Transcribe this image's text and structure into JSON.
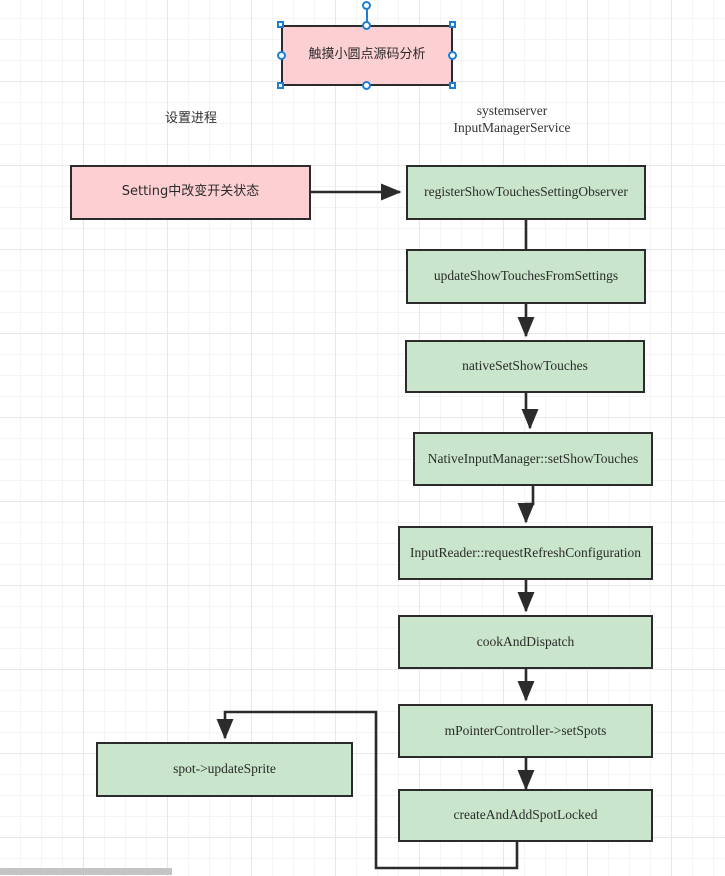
{
  "diagram": {
    "title_node": {
      "text": "触摸小圆点源码分析",
      "fill": "#fccfd3",
      "stroke": "#2b2b2b",
      "selected": true
    },
    "swimlane_labels": [
      {
        "id": "settings-process",
        "text": "设置进程"
      },
      {
        "id": "systemserver",
        "line1": "systemserver",
        "line2": "InputManagerService"
      }
    ],
    "nodes": [
      {
        "id": "setting-change-switch",
        "text": "Setting中改变开关状态",
        "fill": "#fccfd3",
        "lang": "cjk"
      },
      {
        "id": "register-observer",
        "text": "registerShowTouchesSettingObserver",
        "fill": "#c9e5cb",
        "lang": "latin"
      },
      {
        "id": "update-from-settings",
        "text": "updateShowTouchesFromSettings",
        "fill": "#c9e5cb",
        "lang": "latin"
      },
      {
        "id": "native-set-show-touches",
        "text": "nativeSetShowTouches",
        "fill": "#c9e5cb",
        "lang": "latin"
      },
      {
        "id": "native-input-manager-set",
        "text": "NativeInputManager::setShowTouches",
        "fill": "#c9e5cb",
        "lang": "latin"
      },
      {
        "id": "input-reader-refresh",
        "text": "InputReader::requestRefreshConfiguration",
        "fill": "#c9e5cb",
        "lang": "latin"
      },
      {
        "id": "cook-and-dispatch",
        "text": "cookAndDispatch",
        "fill": "#c9e5cb",
        "lang": "latin"
      },
      {
        "id": "pointer-controller-set-spots",
        "text": "mPointerController->setSpots",
        "fill": "#c9e5cb",
        "lang": "latin"
      },
      {
        "id": "create-and-add-spot-locked",
        "text": "createAndAddSpotLocked",
        "fill": "#c9e5cb",
        "lang": "latin"
      },
      {
        "id": "spot-update-sprite",
        "text": "spot->updateSprite",
        "fill": "#c9e5cb",
        "lang": "latin"
      }
    ],
    "colors": {
      "pink_fill": "#fccfd3",
      "green_fill": "#c9e5cb",
      "node_stroke": "#2b2b2b",
      "edge_stroke": "#2b2b2b",
      "selection_blue": "#1a7fd4",
      "grid_minor": "#f4f4f4",
      "grid_major": "#e8e8e8",
      "canvas_bg": "#ffffff"
    }
  }
}
